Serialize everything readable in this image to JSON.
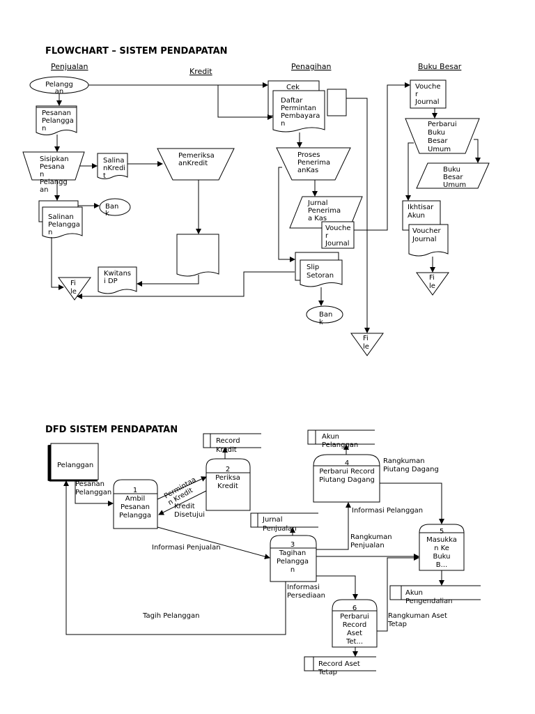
{
  "flowchart": {
    "title": "FLOWCHART – SISTEM PENDAPATAN",
    "lanes": [
      "Penjualan",
      "Kredit",
      "Penagihan",
      "Buku Besar"
    ],
    "nodes": [
      {
        "id": "pelanggan",
        "lines": [
          "Pelangg",
          "an"
        ]
      },
      {
        "id": "pesanan-pelanggan",
        "lines": [
          "Pesanan",
          "Pelangga",
          "n"
        ]
      },
      {
        "id": "sisipkan-pesanan",
        "lines": [
          "Sisipkan",
          "Pesana",
          "n",
          "Pelangg",
          "an"
        ]
      },
      {
        "id": "salinan-kredit",
        "lines": [
          "Salina",
          "nKredi",
          "t"
        ]
      },
      {
        "id": "pemeriksaan-kredit",
        "lines": [
          "Pemeriksa",
          "anKredit"
        ]
      },
      {
        "id": "salinan-pelanggan",
        "lines": [
          "Salinan",
          "Pelangga",
          "n"
        ]
      },
      {
        "id": "bank-1",
        "lines": [
          "Ban",
          "k"
        ]
      },
      {
        "id": "file-1",
        "lines": [
          "Fi",
          "le"
        ]
      },
      {
        "id": "kwitansi-dp",
        "lines": [
          "Kwitans",
          "i DP"
        ]
      },
      {
        "id": "cek",
        "lines": [
          "Cek"
        ]
      },
      {
        "id": "daftar-permintaan",
        "lines": [
          "Daftar",
          "Permintan",
          "Pembayara",
          "n"
        ]
      },
      {
        "id": "proses-penerimaan",
        "lines": [
          "Proses",
          "Penerima",
          "anKas"
        ]
      },
      {
        "id": "jurnal-penerimaan",
        "lines": [
          "Jurnal",
          "Penerima",
          "a Kas"
        ]
      },
      {
        "id": "voucher-journal-1",
        "lines": [
          "Vouche",
          "r",
          "Journal"
        ]
      },
      {
        "id": "slip-setoran",
        "lines": [
          "Slip",
          "Setoran"
        ]
      },
      {
        "id": "bank-2",
        "lines": [
          "Ban",
          "k"
        ]
      },
      {
        "id": "file-2",
        "lines": [
          "Fi",
          "le"
        ]
      },
      {
        "id": "voucher-journal-2",
        "lines": [
          "Vouche",
          "r",
          "Journal"
        ]
      },
      {
        "id": "perbarui-buku-besar",
        "lines": [
          "Perbarui",
          "Buku",
          "Besar",
          "Umum"
        ]
      },
      {
        "id": "buku-besar-umum",
        "lines": [
          "Buku",
          "Besar",
          "Umum"
        ]
      },
      {
        "id": "ikhtisar-akun",
        "lines": [
          "Ikhtisar",
          "Akun"
        ]
      },
      {
        "id": "voucher-journal-3",
        "lines": [
          "Voucher",
          "Journal"
        ]
      },
      {
        "id": "file-3",
        "lines": [
          "Fi",
          "le"
        ]
      }
    ]
  },
  "dfd": {
    "title": "DFD SISTEM PENDAPATAN",
    "entity": "Pelanggan",
    "processes": [
      {
        "id": "p1",
        "num": "1",
        "lines": [
          "Ambil",
          "Pesanan",
          "Pelangga"
        ]
      },
      {
        "id": "p2",
        "num": "2",
        "lines": [
          "Periksa",
          "Kredit"
        ]
      },
      {
        "id": "p3",
        "num": "3",
        "lines": [
          "Tagihan",
          "Pelangga",
          "n"
        ]
      },
      {
        "id": "p4",
        "num": "4",
        "lines": [
          "Perbarui Record",
          "Piutang Dagang"
        ]
      },
      {
        "id": "p5",
        "num": "5",
        "lines": [
          "Masukka",
          "n Ke",
          "Buku",
          "B..."
        ]
      },
      {
        "id": "p6",
        "num": "6",
        "lines": [
          "Perbarui",
          "Record",
          "Aset",
          "Tet..."
        ]
      }
    ],
    "stores": [
      {
        "id": "record-kredit",
        "lines": [
          "Record",
          "Kredit"
        ]
      },
      {
        "id": "akun-pelanggan",
        "lines": [
          "Akun",
          "Pelanggan"
        ]
      },
      {
        "id": "jurnal-penjualan",
        "lines": [
          "Jurnal",
          "Penjualan"
        ]
      },
      {
        "id": "akun-pengendalian",
        "lines": [
          "Akun",
          "Pengendalian"
        ]
      },
      {
        "id": "record-aset-tetap",
        "lines": [
          "Record Aset",
          "Tetap"
        ]
      }
    ],
    "flows": [
      {
        "id": "pesanan-pelanggan",
        "lines": [
          "Pesanan",
          "Pelanggan"
        ]
      },
      {
        "id": "permintaan-kredit",
        "lines": [
          "Permintaa",
          "n Kredit"
        ]
      },
      {
        "id": "kredit-disetujui",
        "lines": [
          "Kredit",
          "Disetujui"
        ]
      },
      {
        "id": "informasi-penjualan",
        "lines": [
          "Informasi Penjualan"
        ]
      },
      {
        "id": "rangkuman-piutang",
        "lines": [
          "Rangkuman",
          "Piutang Dagang"
        ]
      },
      {
        "id": "informasi-pelanggan",
        "lines": [
          "Informasi Pelanggan"
        ]
      },
      {
        "id": "rangkuman-penjualan",
        "lines": [
          "Rangkuman",
          "Penjualan"
        ]
      },
      {
        "id": "informasi-persediaan",
        "lines": [
          "Informasi",
          "Persediaan"
        ]
      },
      {
        "id": "rangkuman-aset",
        "lines": [
          "Rangkuman Aset",
          "Tetap"
        ]
      },
      {
        "id": "tagih-pelanggan",
        "lines": [
          "Tagih Pelanggan"
        ]
      }
    ]
  }
}
